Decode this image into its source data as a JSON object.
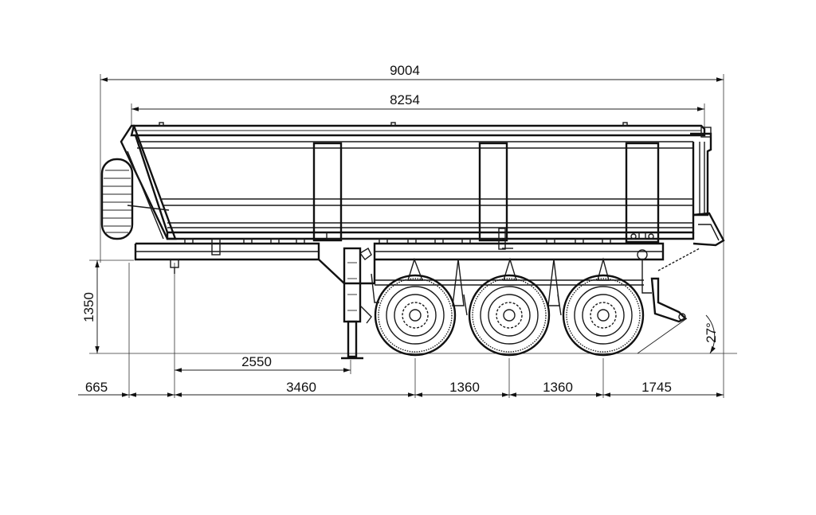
{
  "dimensions": {
    "overall_length": "9004",
    "body_length": "8254",
    "coupling_height": "1350",
    "kingpin_to_landing_gear": "2550",
    "front_overhang": "665",
    "kingpin_to_first_axle": "3460",
    "axle_spacing_1": "1360",
    "axle_spacing_2": "1360",
    "rear_overhang": "1745",
    "departure_angle": "27°"
  }
}
